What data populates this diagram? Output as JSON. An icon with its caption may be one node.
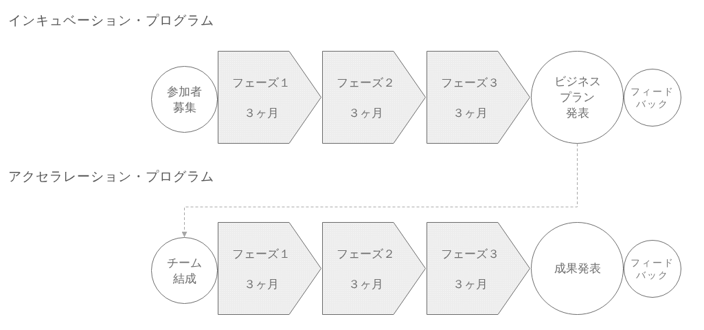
{
  "diagram": {
    "nodes": [
      {
        "text": [
          "参加者募集"
        ]
      },
      {
        "text": [
          "フェーズ１",
          "３ヶ月"
        ]
      },
      {
        "text": [
          "フェーズ２",
          "３ヶ月"
        ]
      },
      {
        "text": [
          "フェーズ３",
          "３ヶ月"
        ]
      },
      {
        "text": [
          "ビジネスプラン発表"
        ]
      },
      {
        "text": [
          "フィードバック"
        ]
      },
      {
        "text": [
          "チーム結成"
        ]
      },
      {
        "text": [
          "フェーズ１",
          "３ヶ月"
        ]
      },
      {
        "text": [
          "フェーズ２",
          "３ヶ月"
        ]
      },
      {
        "text": [
          "フェーズ３",
          "３ヶ月"
        ]
      },
      {
        "text": [
          "成果発表"
        ]
      },
      {
        "text": [
          "フィードバック"
        ]
      }
    ],
    "edges": [
      {
        "from": 4,
        "to": 6,
        "arrow": "to",
        "style": "dashed"
      }
    ],
    "labels": [
      "インキュベーション・プログラム",
      "アクセラレーション・プログラム"
    ]
  }
}
